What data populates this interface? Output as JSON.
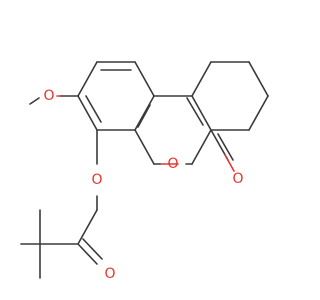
{
  "molecule": {
    "atom_labels": {
      "methoxy_o": "O",
      "ring_o": "O",
      "carbonyl_o": "O",
      "ether_o": "O",
      "ketone_o": "O"
    },
    "colors": {
      "bond": "#3a3a3a",
      "oxygen": "#e8352b",
      "background": "#ffffff"
    }
  }
}
